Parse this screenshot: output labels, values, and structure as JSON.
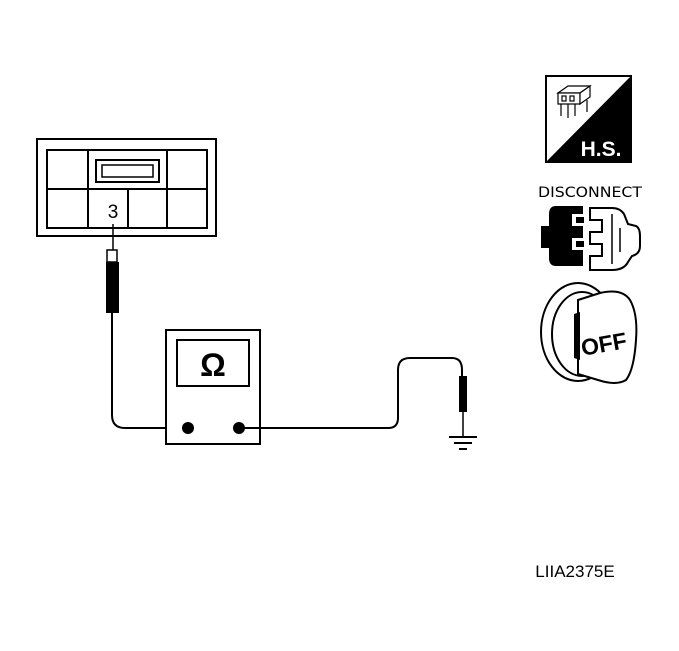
{
  "connector": {
    "pin_label": "3"
  },
  "meter": {
    "symbol": "Ω",
    "symbol_name": "ohm-icon"
  },
  "icons": {
    "harness_side": {
      "label": "H.S.",
      "icon": "harness-side-icon"
    },
    "disconnect": {
      "label": "DISCONNECT",
      "icon": "disconnect-connector-icon"
    },
    "ignition": {
      "label": "OFF",
      "icon": "ignition-key-off-icon"
    }
  },
  "ground": {
    "icon": "ground-icon"
  },
  "figure_id": "LIIA2375E",
  "colors": {
    "line": "#000000",
    "background": "#ffffff"
  }
}
